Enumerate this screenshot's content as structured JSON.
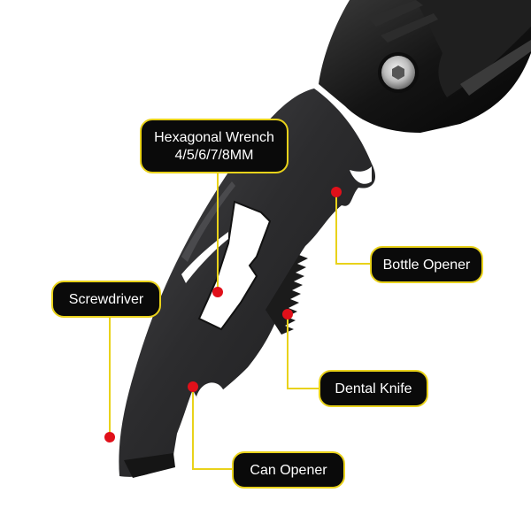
{
  "labels": {
    "hex_wrench_line1": "Hexagonal Wrench",
    "hex_wrench_line2": "4/5/6/7/8MM",
    "bottle_opener": "Bottle Opener",
    "screwdriver": "Screwdriver",
    "dental_knife": "Dental Knife",
    "can_opener": "Can Opener"
  },
  "colors": {
    "callout_fill": "#0a0a0a",
    "callout_border": "#e9d21a",
    "leader_line": "#e9d21a",
    "marker_dot": "#e0101a",
    "blade": "#2b2b2d",
    "handle": "#111111"
  }
}
